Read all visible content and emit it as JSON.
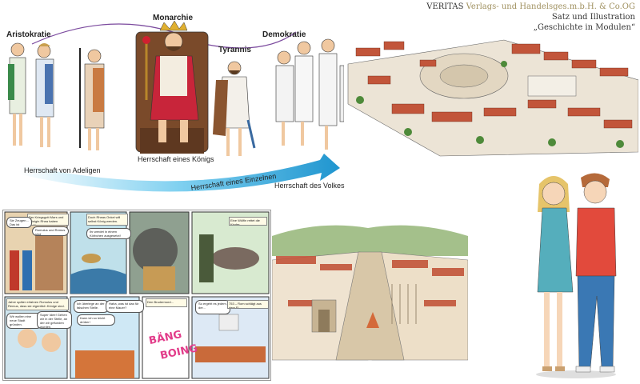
{
  "credit": {
    "line1_brand": "VERITAS",
    "line1_rest": "Verlags- und Handelsges.m.b.H. & Co.OG",
    "line2": "Satz und Illustration",
    "line3": "„Geschichte in Modulen“"
  },
  "forms": {
    "aristokratie": "Aristokratie",
    "monarchie": "Monarchie",
    "tyrannis": "Tyrannis",
    "demokratie": "Demokratie"
  },
  "arrow_labels": {
    "adel": "Herrschaft von Adeligen",
    "koenig": "Herrschaft eines Königs",
    "einzelner": "Herrschaft eines Einzelnen",
    "volk": "Herrschaft des Volkes"
  },
  "comic": {
    "p1": "Der Kriegsgott Mars und Königin Rhea haben Zwillinge.",
    "p1_b1": "Sie Zeugen... Das ist nicht...",
    "p1_b2": "Romulus und Remus sind",
    "p2": "Doch Rheas Onkel will selbst König werden.",
    "p2_b1": "Ihr werdet in einem Körbchen ausgesetzt!",
    "p3": "",
    "p4": "Eine Wölfin rettet die Kinder.",
    "p5": "Jahre später erfahren Romulus und Remus, dass sie eigentlich Könige sind.",
    "p5_b1": "Wir wollen eine neue Stadt gründen.",
    "p5_b2": "Super Idee! Gehen wir in der Stelle, an der wir gefunden wurden.",
    "p6_b1": "Ich überlege an der falschen Stelle.",
    "p6_b2": "Haha, was ist das für eine Mauer?",
    "p6_b3": "Kann ich so leicht drüber!",
    "p7": "Den Brudermord...",
    "p7_sfx1": "BÄNG",
    "p7_sfx2": "BOING",
    "p8": "So ergeht es jedem, der...",
    "p8_b": "753 – Rom schlägt aus dem Ei."
  },
  "colors": {
    "arrow": "#2aa7d9",
    "roof": "#c2553a",
    "purple": "#7b4a9e"
  }
}
